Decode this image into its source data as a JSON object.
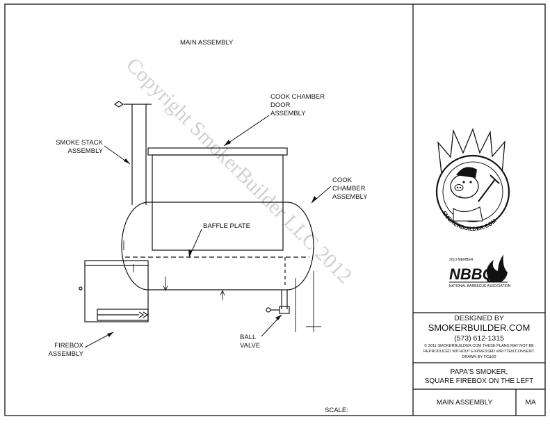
{
  "drawing": {
    "title": "MAIN ASSEMBLY",
    "scale_label": "SCALE:",
    "watermark": "Copyright SmokerBuilder LLC 2012"
  },
  "callouts": {
    "cook_chamber_door": [
      "COOK CHAMBER",
      "DOOR",
      "ASSEMBLY"
    ],
    "smoke_stack": [
      "SMOKE STACK",
      "ASSEMBLY"
    ],
    "cook_chamber": [
      "COOK",
      "CHAMBER",
      "ASSEMBLY"
    ],
    "baffle_plate": "BAFFLE PLATE",
    "firebox": [
      "FIREBOX",
      "ASSEMBLY"
    ],
    "ball_valve": [
      "BALL",
      "VALVE"
    ]
  },
  "logos": {
    "smokerbuilder_ring_text": "SMOKERBUILDER.COM",
    "nbbq_member_year": "2013 MEMBER",
    "nbbq_letters": "NBBQ",
    "nbbq_org": "NATIONAL BARBECUE ASSOCIATION"
  },
  "title_block": {
    "designed_by": "DESIGNED BY",
    "company": "SMOKERBUILDER.COM",
    "phone": "(573)  612-1315",
    "notice_line1": "©  2011 SMOKERBUILDER.COM THESE PLANS MAY NOT BE",
    "notice_line2": "REPRODUCED WITHOUT EXPRESSED WRITTEN CONSENT.",
    "notice_line3": "DRAWN BY FC&JD",
    "project_line1": "PAPA'S SMOKER,",
    "project_line2": "SQUARE FIREBOX ON THE LEFT",
    "sheet_title": "MAIN ASSEMBLY",
    "sheet_code": "MA"
  }
}
